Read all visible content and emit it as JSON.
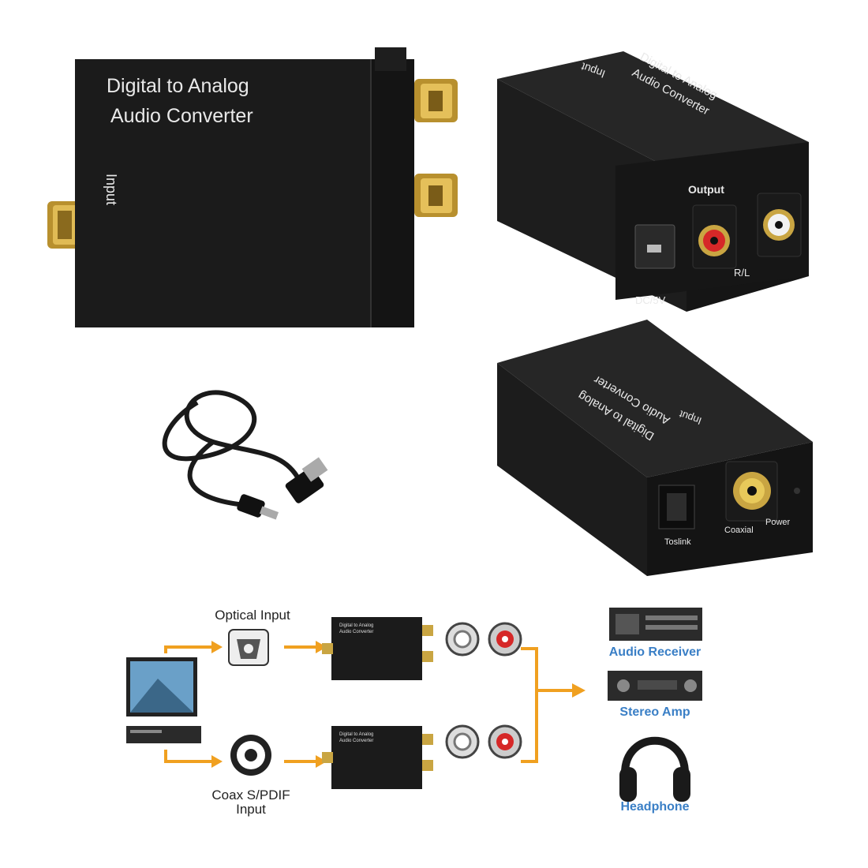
{
  "front_device": {
    "title_line1": "Digital to Analog",
    "title_line2": "Audio Converter",
    "side_label": "Input"
  },
  "rear_device": {
    "title_line1": "Digital to Analog",
    "title_line2": "Audio Converter",
    "top_label": "Input",
    "output_label": "Output",
    "dc_label": "DC/5V",
    "rl_label": "R/L"
  },
  "input_device": {
    "title_line1": "Digital to Analog",
    "title_line2": "Audio Converter",
    "top_label": "Input",
    "toslink_label": "Toslink",
    "coaxial_label": "Coaxial",
    "power_label": "Power"
  },
  "diagram": {
    "optical_label": "Optical Input",
    "coax_label_line1": "Coax S/PDIF",
    "coax_label_line2": "Input",
    "mini_title_line1": "Digital to Analog",
    "mini_title_line2": "Audio Converter",
    "outputs": [
      {
        "label": "Audio Receiver",
        "icon": "audio-receiver-icon"
      },
      {
        "label": "Stereo Amp",
        "icon": "stereo-amp-icon"
      },
      {
        "label": "Headphone",
        "icon": "headphone-icon"
      }
    ]
  },
  "colors": {
    "device_body": "#1b1b1b",
    "gold_connector": "#c8a040",
    "arrow_orange": "#f0a020",
    "label_blue": "#3a7fc6",
    "rca_red": "#d62828"
  }
}
